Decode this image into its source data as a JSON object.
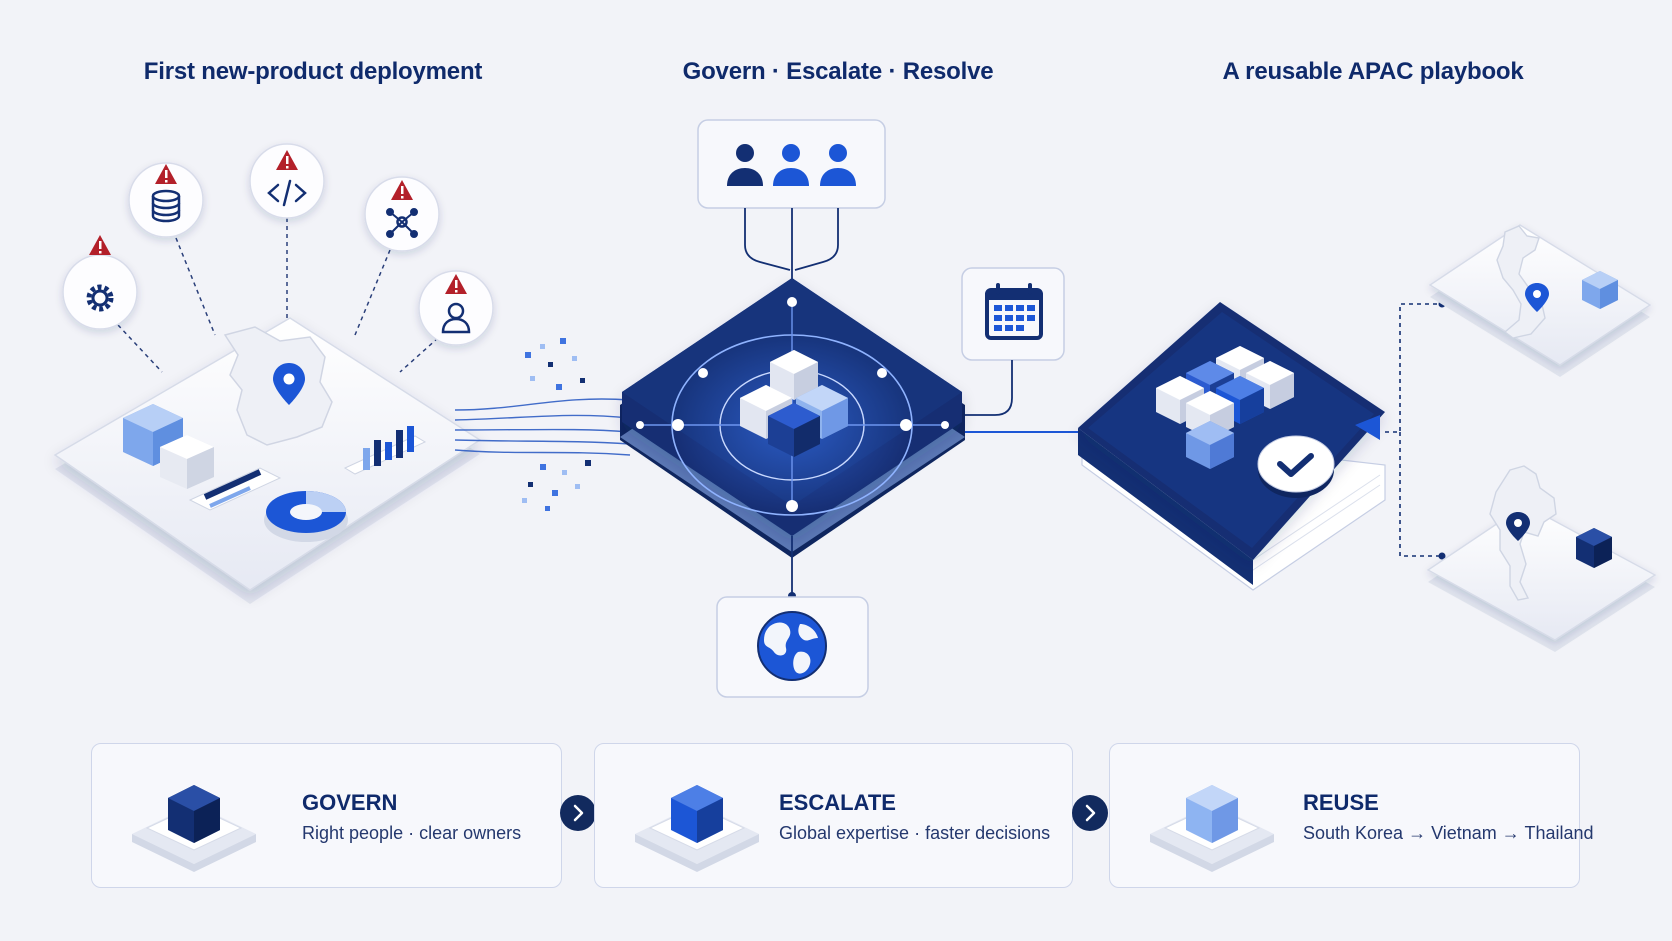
{
  "titles": {
    "left": "First new-product deployment",
    "center": "Govern · Escalate · Resolve",
    "right": "A reusable APAC playbook"
  },
  "risk_icons": [
    "gear-icon",
    "database-icon",
    "code-icon",
    "network-icon",
    "user-icon"
  ],
  "center_icons": [
    "people-icon",
    "calendar-icon",
    "globe-icon"
  ],
  "steps": [
    {
      "title": "GOVERN",
      "subtitle": "Right people · clear owners",
      "cube_color": "#132f73"
    },
    {
      "title": "ESCALATE",
      "subtitle": "Global expertise · faster decisions",
      "cube_color": "#1c56d6"
    },
    {
      "title": "REUSE",
      "subtitle": "South Korea → Vietnam → Thailand",
      "cube_color": "#8eb4f2"
    }
  ],
  "colors": {
    "navy": "#0f2a6b",
    "blue": "#1c56d6",
    "light_blue": "#8eb4f2",
    "alert_red": "#b3202a",
    "background": "#f2f3f8"
  }
}
